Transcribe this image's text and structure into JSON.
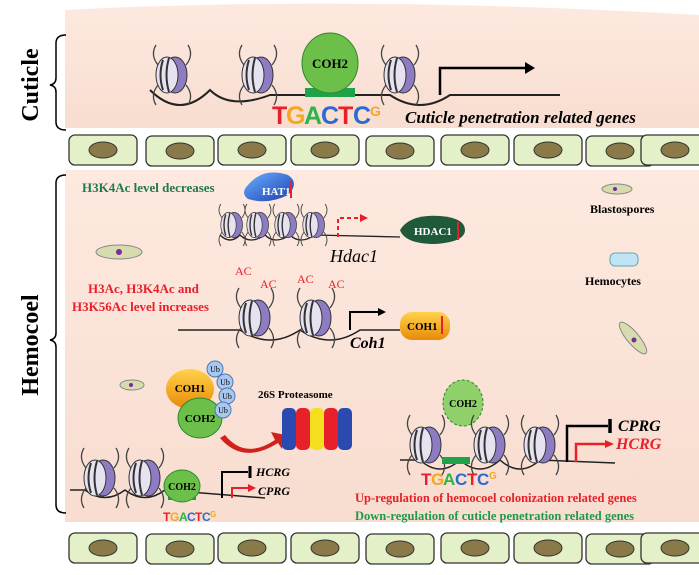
{
  "regions": {
    "cuticle": "Cuticle",
    "hemocoel": "Hemocoel"
  },
  "cuticle_panel": {
    "protein": "COH2",
    "motif": [
      "T",
      "G",
      "A",
      "C",
      "T",
      "C",
      "G"
    ],
    "genes": "Cuticle penetration related genes"
  },
  "hemocoel_panel": {
    "h3k4_decrease": "H3K4Ac level decreases",
    "hat1": "HAT1",
    "hdac1_gene": "Hdac1",
    "hdac1_protein": "HDAC1",
    "blastospores": "Blastospores",
    "hemocytes": "Hemocytes",
    "ac_label": "AC",
    "increase_line1": "H3Ac, H3K4Ac and",
    "increase_line2": "H3K56Ac level  increases",
    "coh1_gene": "Coh1",
    "coh1_protein": "COH1",
    "complex_coh1": "COH1",
    "complex_coh2": "COH2",
    "ub": "Ub",
    "proteasome": "26S Proteasome",
    "left_coh2": "COH2",
    "left_hcrg": "HCRG",
    "left_cprg": "CPRG",
    "right_coh2": "COH2",
    "right_cprg": "CPRG",
    "right_hcrg": "HCRG",
    "up_regulation": "Up-regulation of hemocoel colonization related genes",
    "down_regulation": "Down-regulation of cuticle penetration related genes"
  },
  "colors": {
    "background_pink": "#fbe6dc",
    "cell_green": "#e4f0c8",
    "nucleus": "#8a7a4a",
    "histone_purple": "#8e7cc3",
    "coh2_green": "#6cc04a",
    "red": "#e8202a",
    "green_text": "#1f9a4a"
  },
  "motif_colors": [
    "#e8202a",
    "#f5a623",
    "#2db34a",
    "#2a6bd1",
    "#e8202a",
    "#2a6bd1",
    "#f5a623"
  ]
}
